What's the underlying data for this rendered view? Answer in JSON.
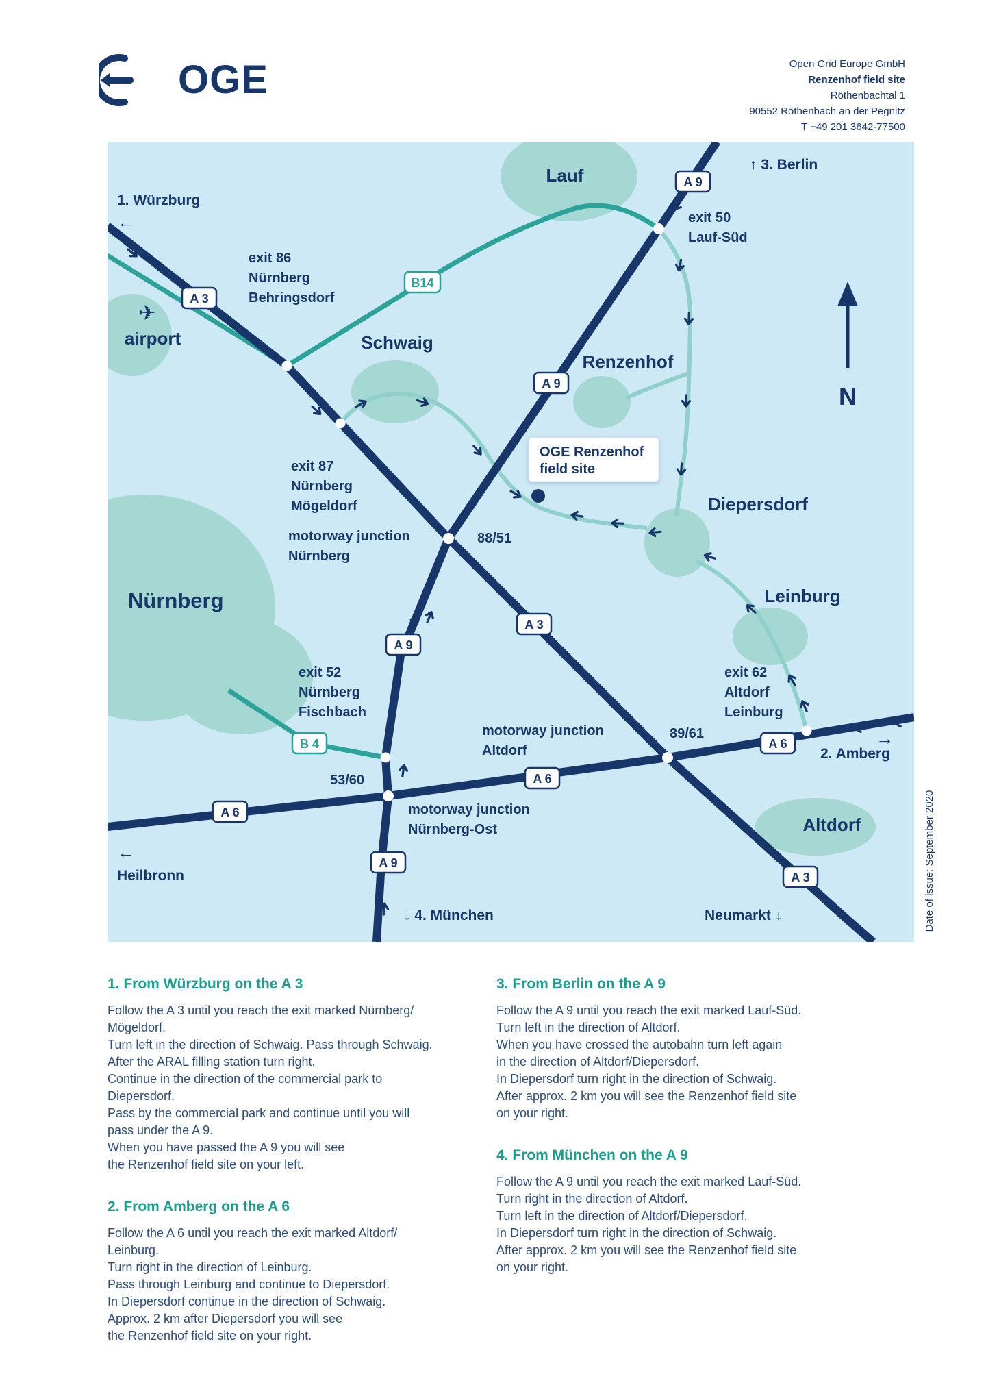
{
  "colors": {
    "navy": "#17376b",
    "teal": "#1e9c90",
    "map_background": "#cde9f5",
    "town_area": "#a5d8d3",
    "minor_road": "#8fd0ca",
    "b_road": "#2ba39a"
  },
  "header": {
    "logo_text": "OGE",
    "address": {
      "company": "Open Grid Europe GmbH",
      "site": "Renzenhof field site",
      "street": "Röthenbachtal 1",
      "city": "90552 Röthenbach an der Pegnitz",
      "phone": "T +49 201 3642-77500"
    }
  },
  "map": {
    "date_of_issue": "Date of issue: September 2020",
    "north": "N",
    "airplane_icon": "✈",
    "site": {
      "line1": "OGE Renzenhof",
      "line2": "field site"
    },
    "cities": {
      "lauf": "Lauf",
      "airport": "airport",
      "schwaig": "Schwaig",
      "renzenhof": "Renzenhof",
      "diepersdorf": "Diepersdorf",
      "nuernberg": "Nürnberg",
      "leinburg": "Leinburg",
      "altdorf": "Altdorf"
    },
    "edge_labels": {
      "wuerzburg": "1. Würzburg",
      "wuerzburg_arrow": "←",
      "berlin": "↑ 3. Berlin",
      "amberg": "2. Amberg",
      "amberg_arrow": "→",
      "heilbronn_arrow": "←",
      "heilbronn": "Heilbronn",
      "muenchen": "↓ 4. München",
      "neumarkt": "Neumarkt ↓"
    },
    "badges": {
      "a3": "A 3",
      "a9": "A 9",
      "a6": "A 6",
      "b14": "B14",
      "b4": "B 4"
    },
    "exits": {
      "e50": [
        "exit 50",
        "Lauf-Süd"
      ],
      "e86": [
        "exit 86",
        "Nürnberg",
        "Behringsdorf"
      ],
      "e87": [
        "exit 87",
        "Nürnberg",
        "Mögeldorf"
      ],
      "e52": [
        "exit 52",
        "Nürnberg",
        "Fischbach"
      ],
      "e62": [
        "exit 62",
        "Altdorf",
        "Leinburg"
      ]
    },
    "junctions": {
      "mj": "motorway junction",
      "nuernberg": "Nürnberg",
      "nuernberg_no": "88/51",
      "altdorf": "Altdorf",
      "altdorf_no": "89/61",
      "nuernberg_ost": "Nürnberg-Ost",
      "nuernberg_ost_no": "53/60"
    }
  },
  "directions": [
    {
      "title": "1. From Würzburg on the A 3",
      "body": "Follow the A 3 until you reach the exit marked Nürnberg/\nMögeldorf.\nTurn left in the direction of Schwaig. Pass through Schwaig.\nAfter the ARAL filling station turn right.\nContinue in the direction of the commercial park to\nDiepersdorf.\nPass by the commercial park and continue until you will\npass under the A 9.\nWhen you have passed the A 9 you will see\nthe Renzenhof field site on your left."
    },
    {
      "title": "2. From Amberg on the A 6",
      "body": "Follow the A 6 until you reach the exit marked Altdorf/\nLeinburg.\nTurn right in the direction of Leinburg.\nPass through Leinburg and continue to Diepersdorf.\nIn Diepersdorf continue in the direction of Schwaig.\nApprox. 2 km after Diepersdorf you will see\nthe Renzenhof field site on your right."
    },
    {
      "title": "3. From Berlin on the A 9",
      "body": "Follow the A 9 until you reach the exit marked Lauf-Süd.\nTurn left in the direction of Altdorf.\nWhen you have crossed the autobahn turn left again\nin the direction of Altdorf/Diepersdorf.\nIn Diepersdorf turn right in the direction of Schwaig.\nAfter approx. 2 km you will see the Renzenhof field site\non your right."
    },
    {
      "title": "4. From München on the A 9",
      "body": "Follow the A 9 until you reach the exit marked Lauf-Süd.\nTurn right in the direction of Altdorf.\nTurn left in the direction of Altdorf/Diepersdorf.\nIn Diepersdorf turn right in the direction of Schwaig.\nAfter approx. 2 km you will see the Renzenhof field site\non your right."
    }
  ]
}
